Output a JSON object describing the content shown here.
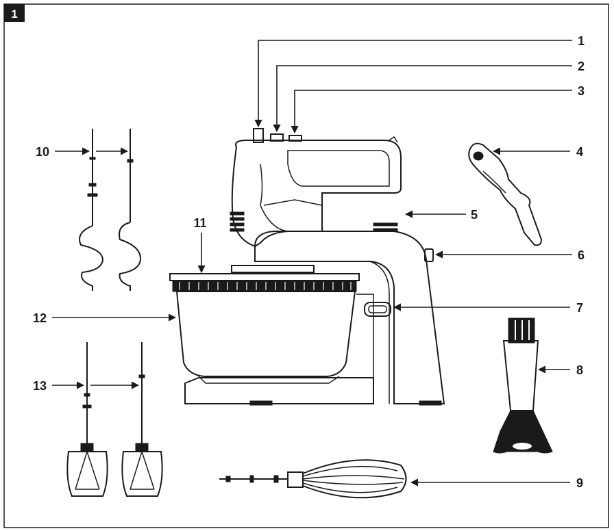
{
  "figure": {
    "badge_label": "1"
  },
  "callouts": {
    "c1": "1",
    "c2": "2",
    "c3": "3",
    "c4": "4",
    "c5": "5",
    "c6": "6",
    "c7": "7",
    "c8": "8",
    "c9": "9",
    "c10": "10",
    "c11": "11",
    "c12": "12",
    "c13": "13"
  },
  "colors": {
    "ink": "#1a1a1a",
    "paper": "#ffffff"
  }
}
